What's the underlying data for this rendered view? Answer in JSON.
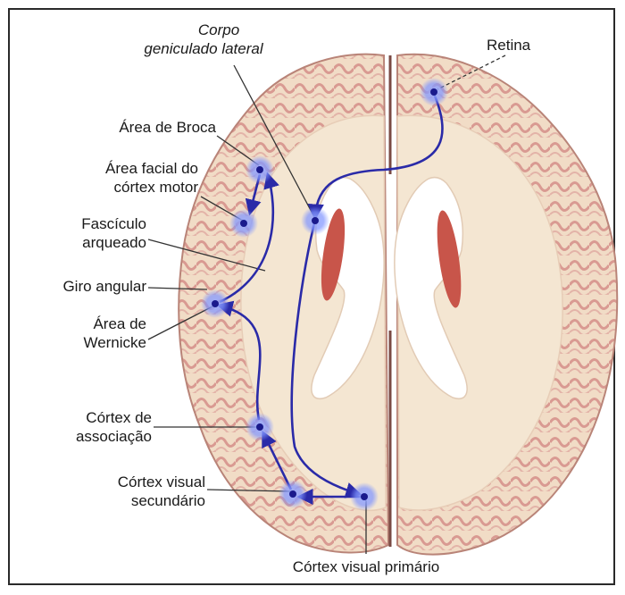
{
  "labels": {
    "corpo_geniculado_1": "Corpo",
    "corpo_geniculado_2": "geniculado  lateral",
    "retina": "Retina",
    "area_broca": "Área de Broca",
    "area_facial_1": "Área facial do",
    "area_facial_2": "córtex motor",
    "fasciculo_1": "Fascículo",
    "fasciculo_2": "arqueado",
    "giro_angular": "Giro angular",
    "wernicke_1": "Área de",
    "wernicke_2": "Wernicke",
    "cortex_assoc_1": "Córtex de",
    "cortex_assoc_2": "associação",
    "cortex_sec_1": "Córtex visual",
    "cortex_sec_2": "secundário",
    "cortex_prim": "Córtex visual primário"
  },
  "colors": {
    "pathway": "#2a2aa8",
    "node_glow": "#7f94ff",
    "node_core": "#1a1a8c",
    "tissue": "#f3e4cf",
    "cortex_fold": "#d99a92",
    "ventricle": "#ffffff",
    "caudate": "#c8554a",
    "leader_line": "#333333",
    "frame": "#2a2a2a"
  }
}
